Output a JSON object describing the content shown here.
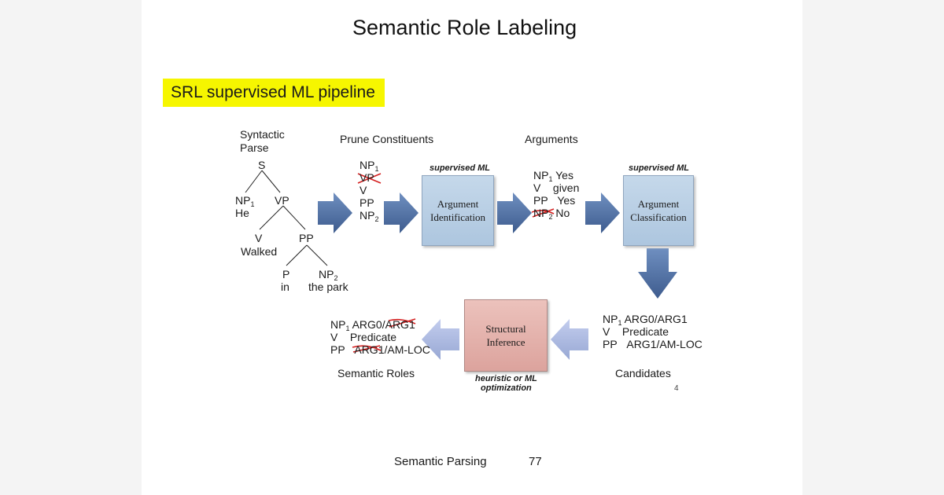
{
  "title": "Semantic Role Labeling",
  "highlight": "SRL supervised ML pipeline",
  "parse": {
    "label_line1": "Syntactic",
    "label_line2": "Parse",
    "nodes": {
      "s": "S",
      "np1": "NP",
      "np1_sub": "1",
      "he": "He",
      "vp": "VP",
      "v": "V",
      "walked": "Walked",
      "pp": "PP",
      "p": "P",
      "in": "in",
      "np2": "NP",
      "np2_sub": "2",
      "the_park": "the park"
    }
  },
  "prune": {
    "label": "Prune Constituents",
    "items": [
      {
        "text": "NP",
        "sub": "1",
        "struck": false
      },
      {
        "text": "VP",
        "sub": "",
        "struck": true
      },
      {
        "text": "V",
        "sub": "",
        "struck": false
      },
      {
        "text": "PP",
        "sub": "",
        "struck": false
      },
      {
        "text": "NP",
        "sub": "2",
        "struck": false
      }
    ]
  },
  "box_arg_id": {
    "caption": "supervised ML",
    "line1": "Argument",
    "line2": "Identification"
  },
  "arguments": {
    "label": "Arguments",
    "rows": [
      {
        "c": "NP",
        "sub": "1",
        "v": "Yes",
        "struck": false
      },
      {
        "c": "V",
        "sub": "",
        "v": "given",
        "struck": false
      },
      {
        "c": "PP",
        "sub": "",
        "v": "Yes",
        "struck": false
      },
      {
        "c": "NP",
        "sub": "2",
        "v": "No",
        "struck": true
      }
    ]
  },
  "box_arg_class": {
    "caption": "supervised ML",
    "line1": "Argument",
    "line2": "Classification"
  },
  "candidates": {
    "label": "Candidates",
    "rows": [
      {
        "c": "NP",
        "sub": "1",
        "v": "ARG0/ARG1"
      },
      {
        "c": "V",
        "sub": "",
        "v": "Predicate"
      },
      {
        "c": "PP",
        "sub": "",
        "v": "ARG1/AM-LOC"
      }
    ]
  },
  "box_structural": {
    "line1": "Structural",
    "line2": "Inference",
    "caption_line1": "heuristic or ML",
    "caption_line2": "optimization"
  },
  "semantic_roles": {
    "label": "Semantic Roles",
    "rows": [
      {
        "c": "NP",
        "sub": "1",
        "v_plain": "ARG0/",
        "v_struck": "ARG1"
      },
      {
        "c": "V",
        "sub": "",
        "v_plain": "Predicate",
        "v_struck": ""
      },
      {
        "c": "PP",
        "sub": "",
        "v_struck": "ARG1",
        "v_plain": "/AM-LOC"
      }
    ]
  },
  "inner_page_number": "4",
  "footer": {
    "left": "Semantic Parsing",
    "right": "77"
  },
  "colors": {
    "highlight": "#f6f600",
    "arrow_dark": "#4f6fa0",
    "arrow_light": "#aab8dd",
    "strike": "#d42020",
    "box_blue": "#b9cfe5",
    "box_pink": "#e2b2ad"
  }
}
